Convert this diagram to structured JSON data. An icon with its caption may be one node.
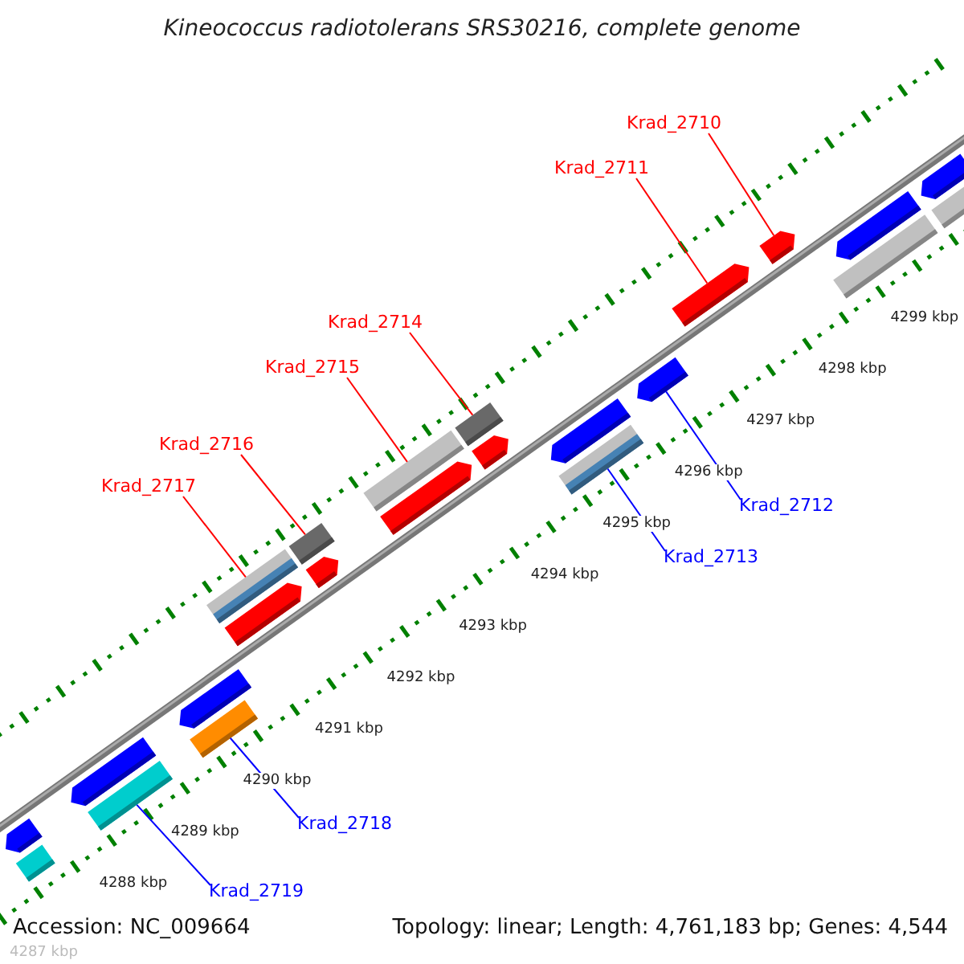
{
  "diagram": {
    "title": "Kineococcus radiotolerans SRS30216, complete genome",
    "nodes": [
      {
        "text": [
          "Krad_2710"
        ]
      },
      {
        "text": [
          "Krad_2711"
        ]
      },
      {
        "text": [
          "Krad_2714"
        ]
      },
      {
        "text": [
          "Krad_2715"
        ]
      },
      {
        "text": [
          "Krad_2716"
        ]
      },
      {
        "text": [
          "Krad_2717"
        ]
      },
      {
        "text": [
          "Krad_2712"
        ]
      },
      {
        "text": [
          "Krad_2713"
        ]
      },
      {
        "text": [
          "Krad_2718"
        ]
      },
      {
        "text": [
          "Krad_2719"
        ]
      },
      {
        "text": [],
        "shape": "arrow"
      },
      {
        "text": [],
        "shape": "bar"
      },
      {
        "text": [],
        "shape": "arrow"
      },
      {
        "text": [],
        "shape": "bar"
      },
      {
        "text": [],
        "shape": "arrow"
      },
      {
        "text": [],
        "shape": "bar"
      },
      {
        "text": [],
        "shape": "bar"
      },
      {
        "text": [],
        "shape": "arrow"
      },
      {
        "text": [],
        "shape": "arrow"
      },
      {
        "text": [],
        "shape": "bar"
      },
      {
        "text": [],
        "shape": "arrow"
      },
      {
        "text": [],
        "shape": "bar"
      },
      {
        "text": [],
        "shape": "arrow"
      },
      {
        "text": [],
        "shape": "bar"
      },
      {
        "text": [],
        "shape": "bar"
      },
      {
        "text": [],
        "shape": "arrow"
      },
      {
        "text": [],
        "shape": "arrow"
      },
      {
        "text": [],
        "shape": "arrow"
      },
      {
        "text": [],
        "shape": "arrow"
      },
      {
        "text": [],
        "shape": "bar"
      },
      {
        "text": [],
        "shape": "arrow"
      },
      {
        "text": [],
        "shape": "arrow"
      },
      {
        "text": [],
        "shape": "bar"
      }
    ],
    "edges": [
      {
        "from": 0,
        "to": 28,
        "arrow": "none"
      },
      {
        "from": 1,
        "to": 27,
        "arrow": "none"
      },
      {
        "from": 2,
        "to": 23,
        "arrow": "none"
      },
      {
        "from": 3,
        "to": 21,
        "arrow": "none"
      },
      {
        "from": 4,
        "to": 19,
        "arrow": "none"
      },
      {
        "from": 5,
        "to": 16,
        "arrow": "none"
      },
      {
        "from": 6,
        "to": 26,
        "arrow": "none",
        "color": "#0000ff"
      },
      {
        "from": 7,
        "to": 24,
        "arrow": "none",
        "color": "#0000ff"
      },
      {
        "from": 8,
        "to": 15,
        "arrow": "none",
        "color": "#0000ff"
      },
      {
        "from": 9,
        "to": 13,
        "arrow": "none",
        "color": "#0000ff"
      }
    ],
    "labels": [
      "4299 kbp",
      "4298 kbp",
      "4297 kbp",
      "4296 kbp",
      "4295 kbp",
      "4294 kbp",
      "4293 kbp",
      "4292 kbp",
      "4291 kbp",
      "4290 kbp",
      "4289 kbp",
      "4288 kbp",
      "Accession: NC_009664",
      "Topology: linear; Length: 4,761,183 bp; Genes: 4,544",
      "4287 kbp"
    ]
  }
}
